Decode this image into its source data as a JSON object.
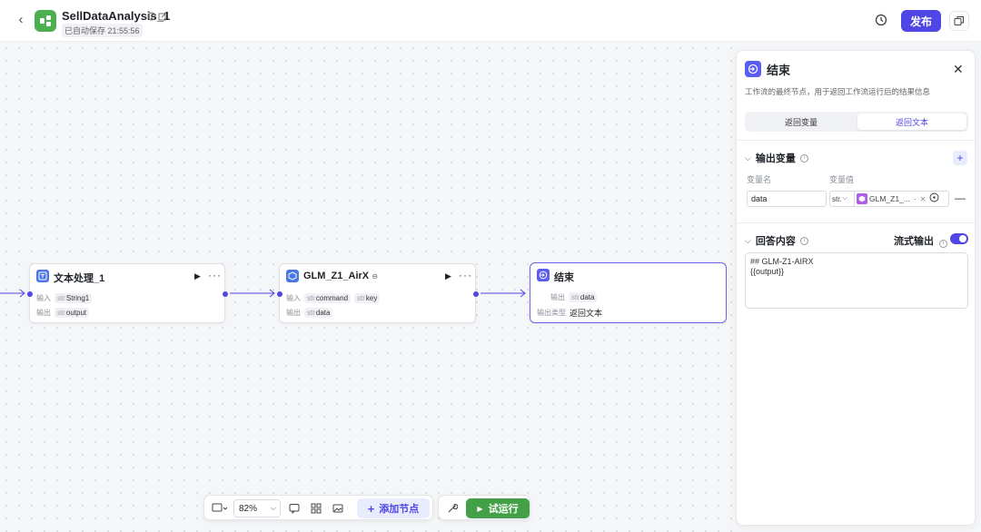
{
  "header": {
    "app_name": "SellDataAnalysis_1",
    "autosave": "已自动保存 21:55:56",
    "publish_label": "发布"
  },
  "canvas": {
    "nodes": {
      "text_process": {
        "title": "文本处理_1",
        "input_label": "输入",
        "input_type": "str",
        "input_value": "String1",
        "output_label": "输出",
        "output_type": "str",
        "output_value": "output"
      },
      "glm": {
        "title": "GLM_Z1_AirX",
        "input_label": "输入",
        "input_vars": [
          {
            "type": "str",
            "name": "command"
          },
          {
            "type": "str",
            "name": "key"
          }
        ],
        "output_label": "输出",
        "output_type": "str",
        "output_value": "data"
      },
      "end": {
        "title": "结束",
        "output_label": "输出",
        "output_type": "str",
        "output_value": "data",
        "output_type_label": "输出类型",
        "output_type_value": "返回文本"
      }
    }
  },
  "toolbar": {
    "zoom": "82%",
    "add_node_label": "添加节点",
    "try_run_label": "试运行"
  },
  "panel": {
    "title": "结束",
    "description": "工作流的最终节点，用于返回工作流运行后的结果信息",
    "tabs": [
      "返回变量",
      "返回文本"
    ],
    "active_tab": "返回文本",
    "output_section": {
      "title": "输出变量",
      "col_name": "变量名",
      "col_value": "变量值",
      "row": {
        "name": "data",
        "type": "str.",
        "ref_label": "GLM_Z1_...",
        "ref_sep": "-"
      }
    },
    "answer_section": {
      "title": "回答内容",
      "stream_label": "流式输出",
      "stream_on": true,
      "content": "## GLM-Z1-AIRX\n{{output}}"
    }
  },
  "colors": {
    "accent": "#4f46e5",
    "run_green": "#43a047",
    "app_logo": "#4caf50",
    "node_icon_blue": "#4a76e8",
    "ref_purple": "#b15de8"
  },
  "icons": [
    "back-arrow-icon",
    "info-icon",
    "edit-icon",
    "history-icon",
    "copy-icon",
    "play-icon",
    "more-icon",
    "close-icon",
    "plus-icon",
    "minus-icon",
    "chevron-down-icon",
    "monitor-icon",
    "comment-icon",
    "grid-icon",
    "image-icon",
    "wrench-icon"
  ]
}
